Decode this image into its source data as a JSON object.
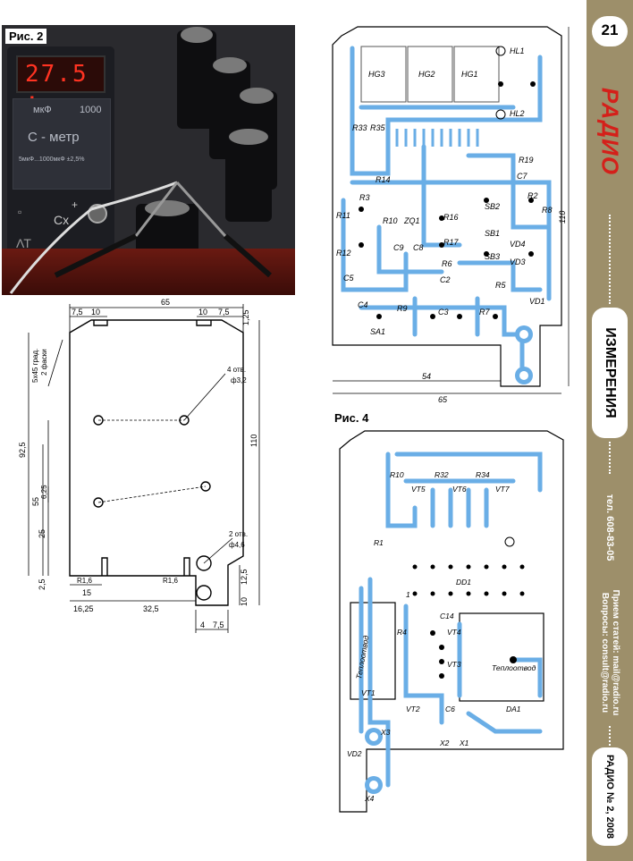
{
  "fig2": {
    "label": "Рис. 2",
    "display_value": "27.5 :",
    "panel_unit": "мкФ",
    "panel_range": "1000",
    "panel_title": "С - метр",
    "panel_caption": "5мкФ...1000мкФ ±2,5%",
    "input_label": "Cx",
    "input_plus": "+",
    "brand": "ΛΤ"
  },
  "fig3": {
    "dims": {
      "width_total": "65",
      "top_left_a": "7,5",
      "top_left_b": "10",
      "top_right_b": "10",
      "top_right_a": "7,5",
      "top_corner": "1,25",
      "chamfer_note": "5х45 град.",
      "chamfer_note2": "2 фаски",
      "holes4": "4 отв.",
      "holes4_d": "ф3,2",
      "height_left": "92,5",
      "height_right": "110",
      "d55": "55",
      "d625": "6,25",
      "d25": "25",
      "d25b": "2,5",
      "r_left": "R1,6",
      "r_right": "R1,6",
      "holes2": "2 отв.",
      "holes2_d": "ф4,6",
      "d125": "12,5",
      "d10": "10",
      "d15": "15",
      "d1625": "16,25",
      "d325": "32,5",
      "d4": "4",
      "d75b": "7,5"
    }
  },
  "fig1": {
    "labels": [
      "HG3",
      "HG2",
      "HG1",
      "HL1",
      "HL2",
      "R33",
      "R35",
      "R19",
      "C7",
      "R2",
      "R8",
      "R14",
      "R3",
      "R11",
      "R10",
      "ZQ1",
      "R16",
      "SB2",
      "SB1",
      "VD4",
      "VD3",
      "R12",
      "C9",
      "C8",
      "R17",
      "R6",
      "SB3",
      "R5",
      "C5",
      "C2",
      "C4",
      "R9",
      "C3",
      "R7",
      "VD1",
      "SA1"
    ],
    "dim_54": "54",
    "dim_65": "65",
    "dim_110": "110"
  },
  "fig4": {
    "label": "Рис. 4",
    "labels": [
      "R10",
      "R32",
      "R34",
      "VT5",
      "VT6",
      "VT7",
      "R1",
      "DD1",
      "1",
      "C14",
      "VT4",
      "R4",
      "VT3",
      "Теплоотвод",
      "Теплоотвод",
      "VT1",
      "VT2",
      "C6",
      "DA1",
      "X3",
      "X2",
      "X1",
      "VD2",
      "X4"
    ]
  },
  "side": {
    "page_number": "21",
    "logo": "РАДИО",
    "section": "ИЗМЕРЕНИЯ",
    "phone": "тел. 608-83-05",
    "email1": "Прием статей: mail@radio.ru",
    "email2": "Вопросы: consult@radio.ru",
    "issue": "РАДИО № 2, 2008"
  },
  "colors": {
    "trace": "#6aaee6",
    "side": "#9d8f6a",
    "logo": "#d4201a"
  }
}
